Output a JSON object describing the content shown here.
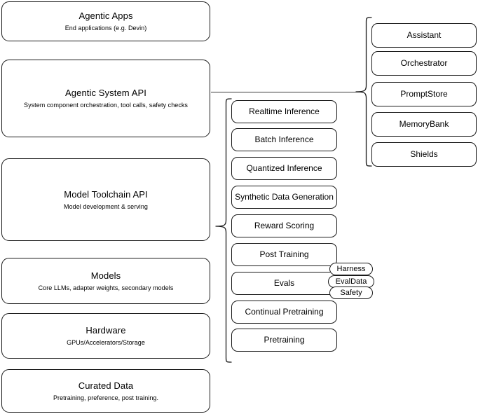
{
  "diagram": {
    "title": "Agentic stack layer diagram",
    "stroke_color": "#1a1a1a",
    "background_color": "#ffffff"
  },
  "left_column": {
    "layers": [
      {
        "id": "agentic-apps",
        "title": "Agentic Apps",
        "subtitle": "End applications (e.g. Devin)"
      },
      {
        "id": "agentic-system-api",
        "title": "Agentic System API",
        "subtitle": "System component orchestration, tool calls, safety checks"
      },
      {
        "id": "model-toolchain-api",
        "title": "Model Toolchain API",
        "subtitle": "Model development & serving"
      },
      {
        "id": "models",
        "title": "Models",
        "subtitle": "Core LLMs, adapter weights, secondary models"
      },
      {
        "id": "hardware",
        "title": "Hardware",
        "subtitle": "GPUs/Accelerators/Storage"
      },
      {
        "id": "curated-data",
        "title": "Curated Data",
        "subtitle": "Pretraining, preference, post training."
      }
    ]
  },
  "middle_column": {
    "source_layer": "Model Toolchain API",
    "items": [
      {
        "id": "realtime-inference",
        "label": "Realtime Inference"
      },
      {
        "id": "batch-inference",
        "label": "Batch Inference"
      },
      {
        "id": "quantized-inference",
        "label": "Quantized Inference"
      },
      {
        "id": "synthetic-data-generation",
        "label": "Synthetic Data Generation"
      },
      {
        "id": "reward-scoring",
        "label": "Reward Scoring"
      },
      {
        "id": "post-training",
        "label": "Post Training"
      },
      {
        "id": "evals",
        "label": "Evals"
      },
      {
        "id": "continual-pretraining",
        "label": "Continual Pretraining"
      },
      {
        "id": "pretraining",
        "label": "Pretraining"
      }
    ],
    "evals_badges": [
      {
        "id": "harness",
        "label": "Harness"
      },
      {
        "id": "evaldata",
        "label": "EvalData"
      },
      {
        "id": "safety",
        "label": "Safety"
      }
    ]
  },
  "right_column": {
    "source_layer": "Agentic System API",
    "items": [
      {
        "id": "assistant",
        "label": "Assistant"
      },
      {
        "id": "orchestrator",
        "label": "Orchestrator"
      },
      {
        "id": "promptstore",
        "label": "PromptStore"
      },
      {
        "id": "memorybank",
        "label": "MemoryBank"
      },
      {
        "id": "shields",
        "label": "Shields"
      }
    ]
  }
}
